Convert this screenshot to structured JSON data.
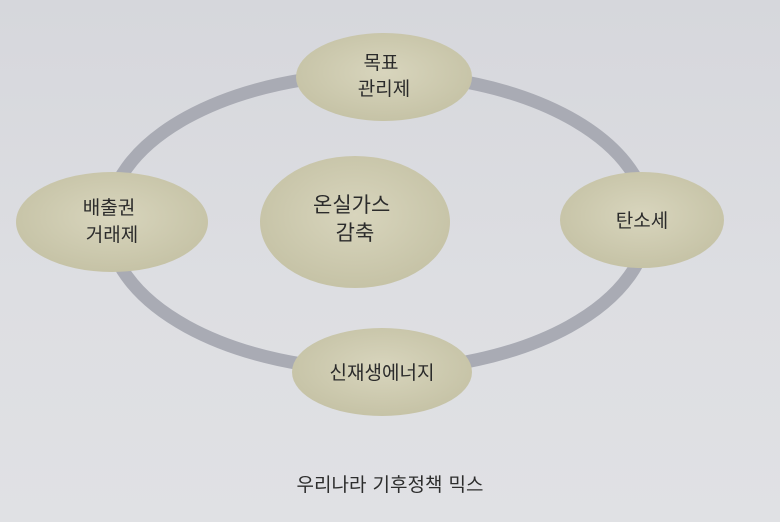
{
  "diagram": {
    "center": {
      "lines": [
        "온실가스",
        "감축"
      ]
    },
    "nodes": {
      "top": {
        "lines": [
          "목표",
          "관리제"
        ]
      },
      "left": {
        "lines": [
          "배출권",
          "거래제"
        ]
      },
      "right": {
        "lines": [
          "탄소세"
        ]
      },
      "bottom": {
        "lines": [
          "신재생에너지"
        ]
      }
    },
    "colors": {
      "node_fill": "#cdcab0",
      "ring": "#a9abb4",
      "text": "#2b2b2b"
    }
  },
  "caption": "우리나라 기후정책 믹스"
}
